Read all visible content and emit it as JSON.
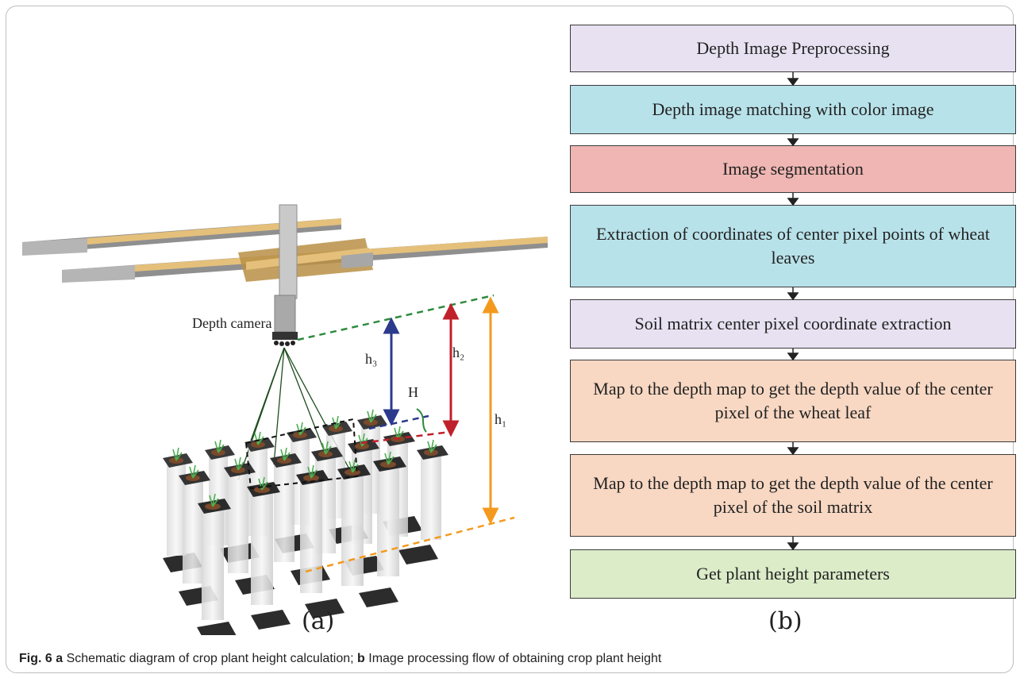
{
  "panel_a": {
    "camera_label": "Depth camera",
    "labels": {
      "h3": "h₃",
      "h2": "h₂",
      "h1": "h₁",
      "H": "H"
    },
    "sublabel": "(a)"
  },
  "panel_b": {
    "steps": [
      {
        "text": "Depth Image Preprocessing",
        "fill": "#e7e1f1"
      },
      {
        "text": "Depth image matching with color image",
        "fill": "#b8e2ea"
      },
      {
        "text": "Image segmentation",
        "fill": "#efb6b3"
      },
      {
        "text": "Extraction of coordinates of center pixel points of wheat leaves",
        "fill": "#b8e2ea"
      },
      {
        "text": "Soil matrix center pixel coordinate extraction",
        "fill": "#e7e1f1"
      },
      {
        "text": "Map to the depth map to get the depth value of the center pixel of the wheat leaf",
        "fill": "#f8d8c3"
      },
      {
        "text": "Map to the depth map to get the depth value of the center pixel of the soil matrix",
        "fill": "#f8d8c3"
      },
      {
        "text": "Get plant height parameters",
        "fill": "#dcecc9"
      }
    ],
    "sublabel": "(b)"
  },
  "caption": {
    "fig": "Fig. 6",
    "a_letter": "a",
    "a_text": " Schematic diagram of crop plant height calculation; ",
    "b_letter": "b",
    "b_text": " Image processing flow of obtaining crop plant height"
  },
  "colors": {
    "green_dashed": "#2e8b3f",
    "blue": "#2b3a8c",
    "red": "#c0202a",
    "orange": "#f39a1e",
    "rail_wood": "#e5c07b",
    "rail_metal": "#9a9a9a"
  }
}
